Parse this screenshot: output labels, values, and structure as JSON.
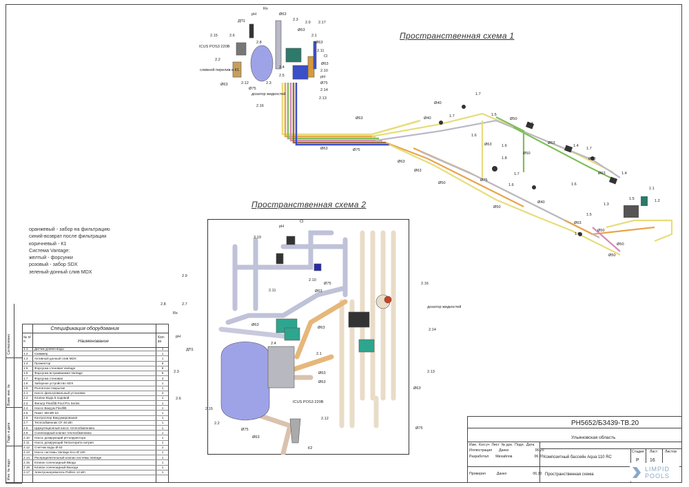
{
  "titles": {
    "scheme1": "Пространственная схема 1",
    "scheme2": "Пространственная схема 2"
  },
  "legend": [
    "оранжевый - забор на фильтрацию",
    "синий-возврат после фильтрации",
    "коричневый - К1",
    "Система Vantage:",
    "желтый - форсунки",
    "розовый - забор SDX",
    "зеленый-донный слив MDX"
  ],
  "scheme1_labels": {
    "pH": "pH",
    "Rx": "Rx",
    "DPI": "ДП1",
    "Cl": "Cl",
    "l215": "2.15",
    "l26": "2.6",
    "l25": "2.5",
    "l23": "2.3",
    "l29": "2.9",
    "l217": "2.17",
    "l21": "2.1",
    "l211": "2.11",
    "l22": "2.2",
    "l212": "2.12",
    "l210": "2.10",
    "l24": "2.4",
    "l214": "2.14",
    "l213": "2.13",
    "l216": "2.16",
    "d63": "Ø63",
    "d75": "Ø75",
    "d40": "Ø40",
    "d50": "Ø50",
    "icus": "ICUS POS3 220B",
    "overflow": "сливной перелив в К1",
    "dosing": "дозатор жидкостей",
    "l11": "1.1",
    "l12": "1.2",
    "l13": "1.3",
    "l14": "1.4",
    "l15": "1.5",
    "l16": "1.6",
    "l17": "1.7",
    "l18": "1.8"
  },
  "scheme2_labels": {
    "pH": "pH",
    "Cl": "Cl",
    "Rx": "Rx",
    "DPI": "ДП1",
    "l219": "2.19",
    "l29": "2.9",
    "l28": "2.8",
    "l27": "2.7",
    "l211": "2.11",
    "l210": "2.10",
    "l24": "2.4",
    "l21": "2.1",
    "l23": "2.3",
    "l26": "2.6",
    "l215": "2.15",
    "l22": "2.2",
    "l212": "2.12",
    "l216": "2.16",
    "l214": "2.14",
    "l213": "2.13",
    "d63": "Ø63",
    "d75": "Ø75",
    "k2": "К2",
    "icus": "ICUS POS3 220B",
    "dosing": "дозатор жидкостей"
  },
  "spec": {
    "title": "Спецификация оборудования",
    "head_no": "№ п/п",
    "head_name": "Наименование",
    "head_qty": "Кол-во",
    "rows": [
      [
        "1.1",
        "Датчик уровня воды",
        "1"
      ],
      [
        "1.2",
        "Скиммер",
        "1"
      ],
      [
        "1.3",
        "Активный донный слив MDX",
        "1"
      ],
      [
        "1.4",
        "Прожектор",
        "5"
      ],
      [
        "1.5",
        "Форсунка стеновая Vantage",
        "8"
      ],
      [
        "1.6",
        "Форсунка встраиваемая Vantage",
        "6"
      ],
      [
        "1.7",
        "Форсунка стеновая",
        "4"
      ],
      [
        "1.8",
        "Заборное устройство SDX",
        "1"
      ],
      [
        "1.9",
        "Роллетное покрытие",
        "1"
      ],
      [
        "2.1",
        "Насос фильтровальный установки",
        "2"
      ],
      [
        "2.2",
        "Клапан Вода 5-ходовой",
        "1"
      ],
      [
        "2.3",
        "Фильтр Flexifiltt Pool Pro Series",
        "1"
      ],
      [
        "2.4",
        "Насос Вакуум Flexifiltt",
        "1"
      ],
      [
        "2.5",
        "Пакет ЭМ Ø0 63",
        "1"
      ],
      [
        "2.6",
        "Контроллер Вакуумирования",
        "1"
      ],
      [
        "2.7",
        "Теплообменник CF 45 кВт",
        "1"
      ],
      [
        "2.8",
        "Циркуляционный насос теплообменника",
        "1"
      ],
      [
        "2.9",
        "Соленоидный клапан теплообменника",
        "1"
      ],
      [
        "2.10",
        "Насос дозирующий pH-корректора",
        "1"
      ],
      [
        "2.11",
        "Насос дозирующий Гипохлорита натрия",
        "1"
      ],
      [
        "2.12",
        "Счетчик воды Ø 63",
        "1"
      ],
      [
        "2.13",
        "Насос системы Vantage Eco Ø 100",
        "1"
      ],
      [
        "2.14",
        "Распределительный клапан системы Vantage",
        "1"
      ],
      [
        "2.15",
        "Клапан соленоидный Ввода",
        "1"
      ],
      [
        "2.16",
        "Клапан соленоидный Выхода",
        "1"
      ],
      [
        "2.17",
        "Электронагреватель Pahlen 12 кВт",
        "1"
      ]
    ]
  },
  "leftstrip": [
    "Согласовано",
    "Взам. инв. №",
    "Подп. и дата",
    "Инв. № подл."
  ],
  "titleblock": {
    "code": "РН5652/БЗ439-ТВ.20",
    "region": "Ульяновская область",
    "project": "Композитный бассейн Aqua 110 RC",
    "sheet_name": "Пространственная схема",
    "stage_h": "Стадия",
    "sheet_h": "Лист",
    "sheets_h": "Листов",
    "stage": "Р",
    "sheet": "16",
    "head": [
      "Изм.",
      "Кол.уч",
      "Лист",
      "№ док.",
      "Подп.",
      "Дата"
    ],
    "rows": [
      [
        "Иллюстрация",
        "Данко",
        "06.20"
      ],
      [
        "Разработал",
        "Михайлов",
        "06.20"
      ],
      [
        "Проверил",
        "Данко",
        "06.20"
      ]
    ],
    "logo_line1": "LIMPID",
    "logo_line2": "POOLS"
  },
  "colors": {
    "orange": "#e9a44a",
    "blue": "#3a4fc8",
    "brown": "#9a6a3a",
    "yellow": "#e7dc7a",
    "pink": "#d58ab8",
    "green": "#7fbf5a",
    "pipe_gray": "#b9b9c8",
    "tank": "#9ea3e8",
    "teal": "#2ea58e",
    "logo": "#8aa7c9"
  }
}
